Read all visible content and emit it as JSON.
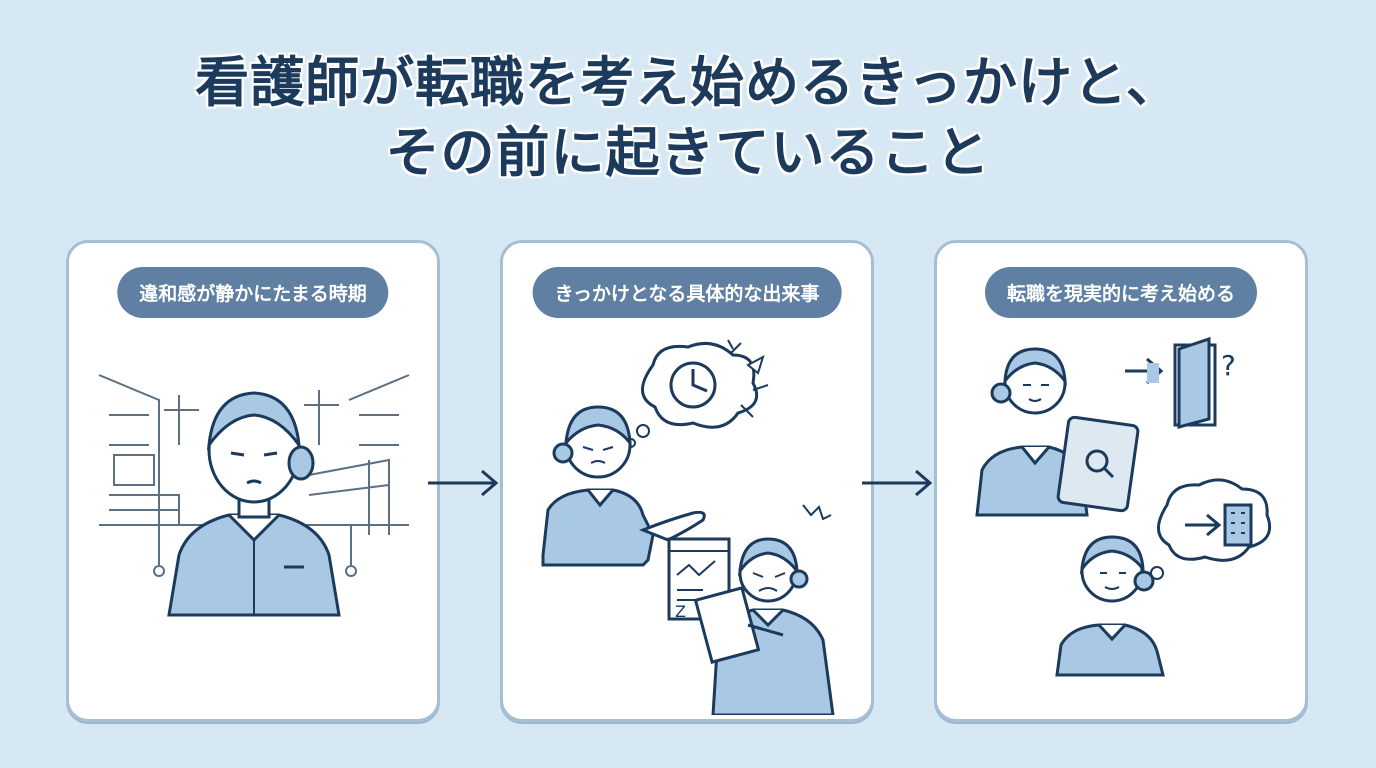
{
  "title": {
    "line1": "看護師が転職を考え始めるきっかけと、",
    "line2": "その前に起きていること"
  },
  "panels": [
    {
      "label": "違和感が静かにたまる時期"
    },
    {
      "label": "きっかけとなる具体的な出来事"
    },
    {
      "label": "転職を現実的に考え始める"
    }
  ],
  "icons": {
    "door_question": "?",
    "chart_letter": "Z"
  },
  "colors": {
    "background": "#d6e8f3",
    "title": "#1b3a5c",
    "pill": "#5f7fa3",
    "panel_border": "#a6bfd4",
    "uniform": "#a9c8e3",
    "line": "#1b3a5c"
  }
}
